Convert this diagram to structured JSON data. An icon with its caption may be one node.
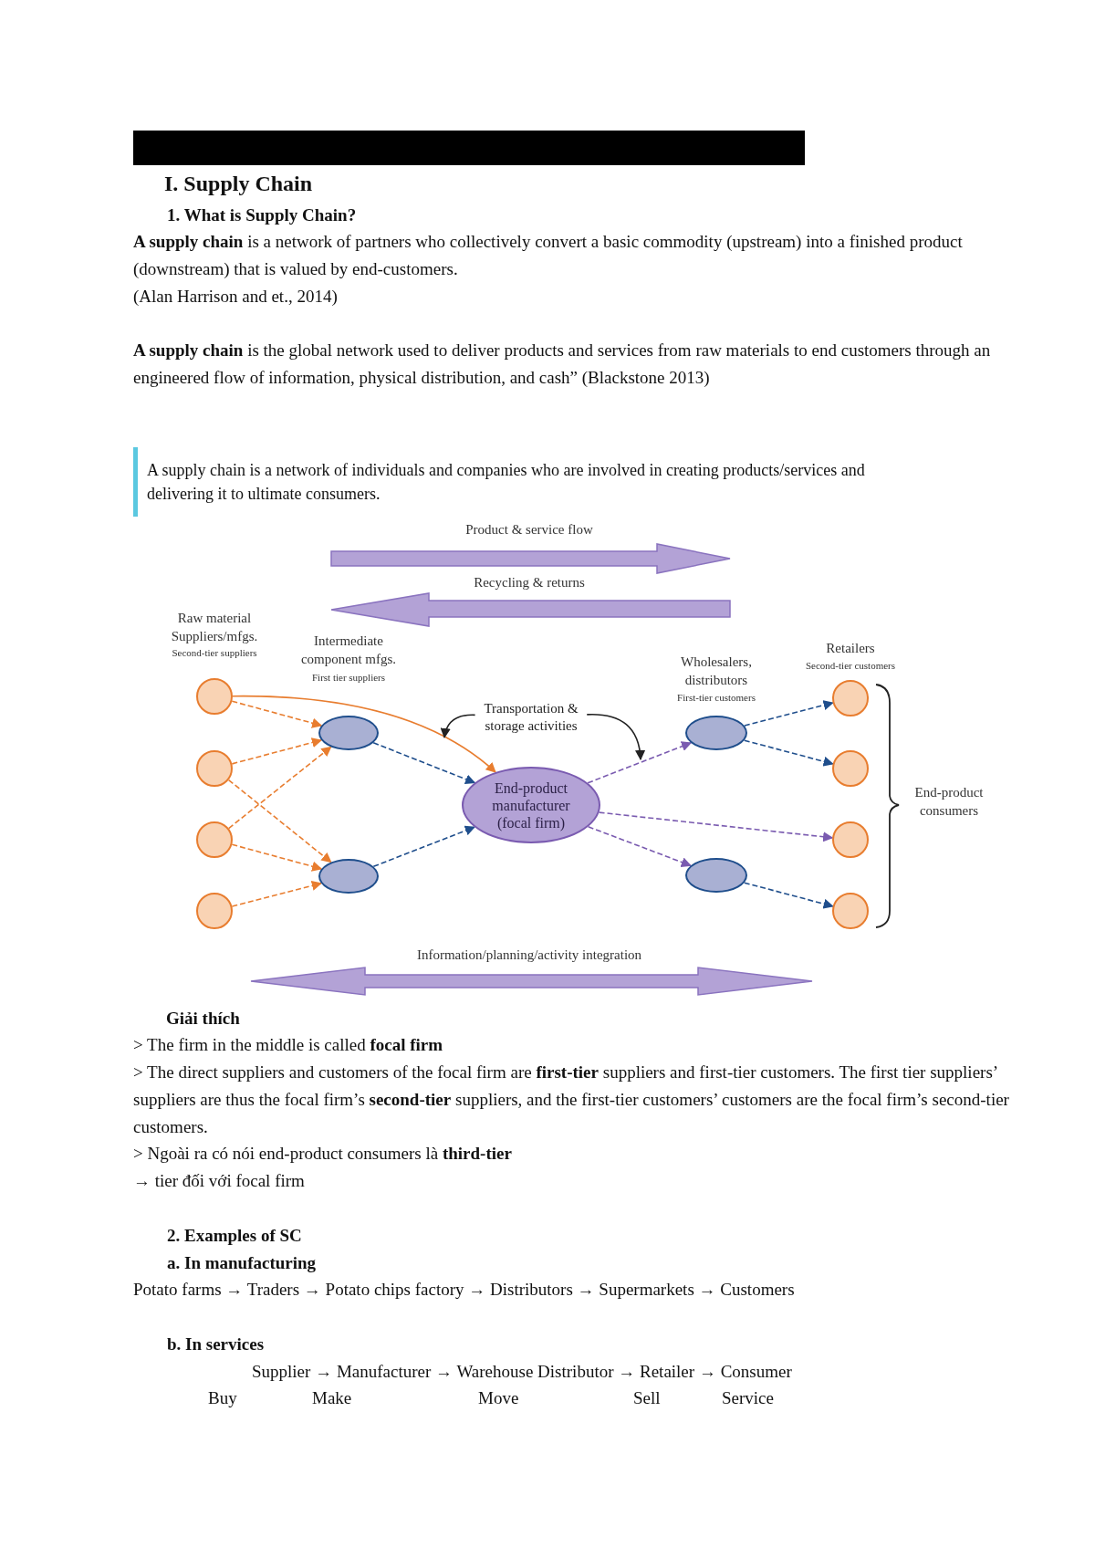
{
  "diagram": {
    "title": "I. Supply Chain",
    "nodes": [
      {
        "text": [],
        "shape": "circle"
      },
      {
        "text": [],
        "shape": "circle"
      },
      {
        "text": [],
        "shape": "circle"
      },
      {
        "text": [],
        "shape": "circle"
      },
      {
        "text": [],
        "shape": "ellipse"
      },
      {
        "text": [],
        "shape": "ellipse"
      },
      {
        "text": [
          "End-product manufacturer (focal firm)"
        ]
      },
      {
        "text": [
          "Transportation & storage activities"
        ]
      },
      {
        "text": [],
        "shape": "ellipse"
      },
      {
        "text": [],
        "shape": "ellipse"
      },
      {
        "text": [],
        "shape": "circle"
      },
      {
        "text": [],
        "shape": "circle"
      },
      {
        "text": [],
        "shape": "circle"
      },
      {
        "text": [],
        "shape": "circle"
      }
    ],
    "edges": [
      {
        "from": 0,
        "to": 4,
        "arrow": "to",
        "style": "dashed",
        "color": "#e87d2f"
      },
      {
        "from": 0,
        "to": 6,
        "arrow": "to",
        "color": "#e87d2f"
      },
      {
        "from": 1,
        "to": 4,
        "arrow": "to",
        "style": "dashed",
        "color": "#e87d2f"
      },
      {
        "from": 1,
        "to": 5,
        "arrow": "to",
        "style": "dashed",
        "color": "#e87d2f"
      },
      {
        "from": 2,
        "to": 4,
        "arrow": "to",
        "style": "dashed",
        "color": "#e87d2f"
      },
      {
        "from": 2,
        "to": 5,
        "arrow": "to",
        "style": "dashed",
        "color": "#e87d2f"
      },
      {
        "from": 3,
        "to": 5,
        "arrow": "to",
        "style": "dashed",
        "color": "#e87d2f"
      },
      {
        "from": 4,
        "to": 6,
        "arrow": "to",
        "style": "dashed",
        "color": "#1f4e8c"
      },
      {
        "from": 5,
        "to": 6,
        "arrow": "to",
        "style": "dashed",
        "color": "#1f4e8c"
      },
      {
        "from": 6,
        "to": 8,
        "arrow": "to",
        "style": "dashed",
        "color": "#7a5bb0"
      },
      {
        "from": 6,
        "to": 12,
        "arrow": "to",
        "style": "dashed",
        "color": "#7a5bb0"
      },
      {
        "from": 6,
        "to": 9,
        "arrow": "to",
        "style": "dashed",
        "color": "#7a5bb0"
      },
      {
        "from": 8,
        "to": 10,
        "arrow": "to",
        "style": "dashed",
        "color": "#1f4e8c"
      },
      {
        "from": 8,
        "to": 11,
        "arrow": "to",
        "style": "dashed",
        "color": "#1f4e8c"
      },
      {
        "from": 9,
        "to": 13,
        "arrow": "to",
        "style": "dashed",
        "color": "#1f4e8c"
      },
      {
        "from": 7,
        "to": null,
        "arrow": "to",
        "color": "#222222"
      },
      {
        "from": 7,
        "to": null,
        "arrow": "to",
        "color": "#222222"
      }
    ],
    "labels": [
      "1. What is Supply Chain?",
      "**A supply chain** is a network of partners who collectively convert a basic commodity (upstream) into a finished product (downstream) that is valued by end-customers.",
      "(Alan Harrison and et., 2014)",
      "**A supply chain** is the global network used to deliver products and services from raw materials to end customers through an engineered flow of information, physical distribution, and cash” (Blackstone 2013)",
      "A supply chain is a network of individuals and companies who are involved in creating products/services and delivering it to ultimate consumers.",
      "Product & service flow",
      "Recycling & returns",
      "Raw material Suppliers/mfgs.",
      "Second-tier suppliers",
      "Intermediate component mfgs.",
      "First tier suppliers",
      "Wholesalers, distributors",
      "First-tier customers",
      "Retailers",
      "Second-tier customers",
      "End-product consumers",
      "Information/planning/activity integration",
      "Giải thích",
      "> The firm in the middle is called **focal firm**",
      "> The direct suppliers and customers of the focal firm are **first-tier** suppliers and first-tier customers. The first tier suppliers’ suppliers are thus the focal firm’s **second-tier** suppliers, and the first-tier customers’ customers are the focal firm’s second-tier customers.",
      "> Ngoài ra có nói end-product consumers là **third-tier**",
      "→ tier đối với focal firm",
      "2. Examples of SC",
      "a. In manufacturing",
      "Potato farms → Traders → Potato chips factory → Distributors → Supermarkets → Customers",
      "b. In services",
      "Supplier → Manufacturer → Warehouse Distributor → Retailer → Consumer",
      "Buy",
      "Make",
      "Move",
      "Sell",
      "Service"
    ]
  }
}
